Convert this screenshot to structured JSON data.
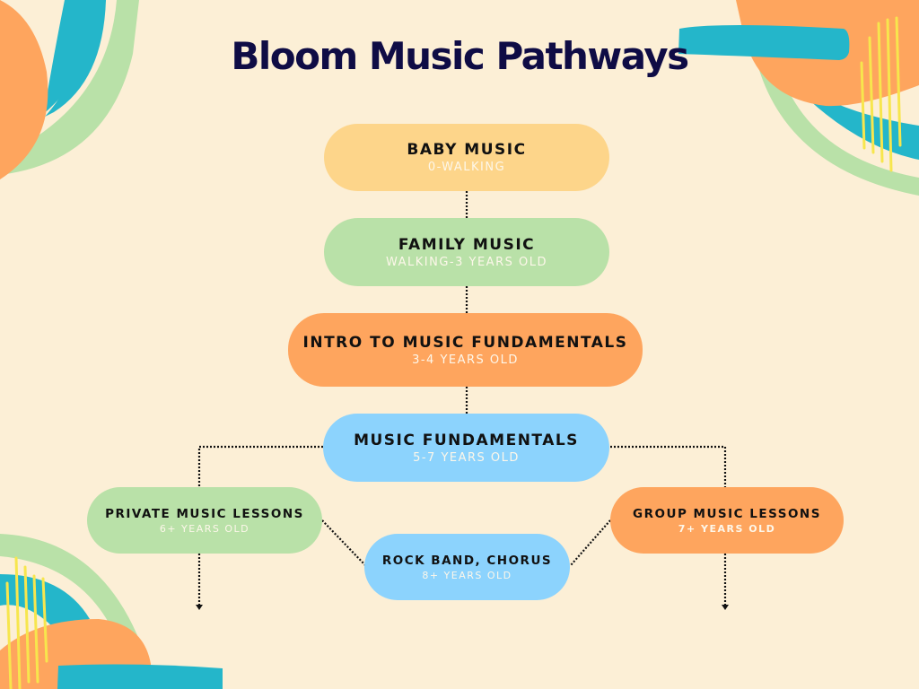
{
  "title": "Bloom Music Pathways",
  "colors": {
    "background": "#fcefd6",
    "title": "#0f0c45",
    "yellow": "#fdd58a",
    "green": "#b9e1a8",
    "orange": "#fea55e",
    "blue": "#8cd3fd",
    "teal": "#24b6ca",
    "accent_yellow": "#f7e64d"
  },
  "pathway": [
    {
      "name": "BABY MUSIC",
      "age": "0-WALKING"
    },
    {
      "name": "FAMILY MUSIC",
      "age": "WALKING-3 YEARS OLD"
    },
    {
      "name": "INTRO TO MUSIC FUNDAMENTALS",
      "age": "3-4 YEARS OLD"
    },
    {
      "name": "MUSIC FUNDAMENTALS",
      "age": "5-7 YEARS OLD"
    }
  ],
  "branches": [
    {
      "name": "PRIVATE MUSIC LESSONS",
      "age": "6+ YEARS OLD"
    },
    {
      "name": "ROCK BAND, CHORUS",
      "age": "8+ YEARS OLD"
    },
    {
      "name": "GROUP MUSIC LESSONS",
      "age": "7+ YEARS OLD"
    }
  ]
}
